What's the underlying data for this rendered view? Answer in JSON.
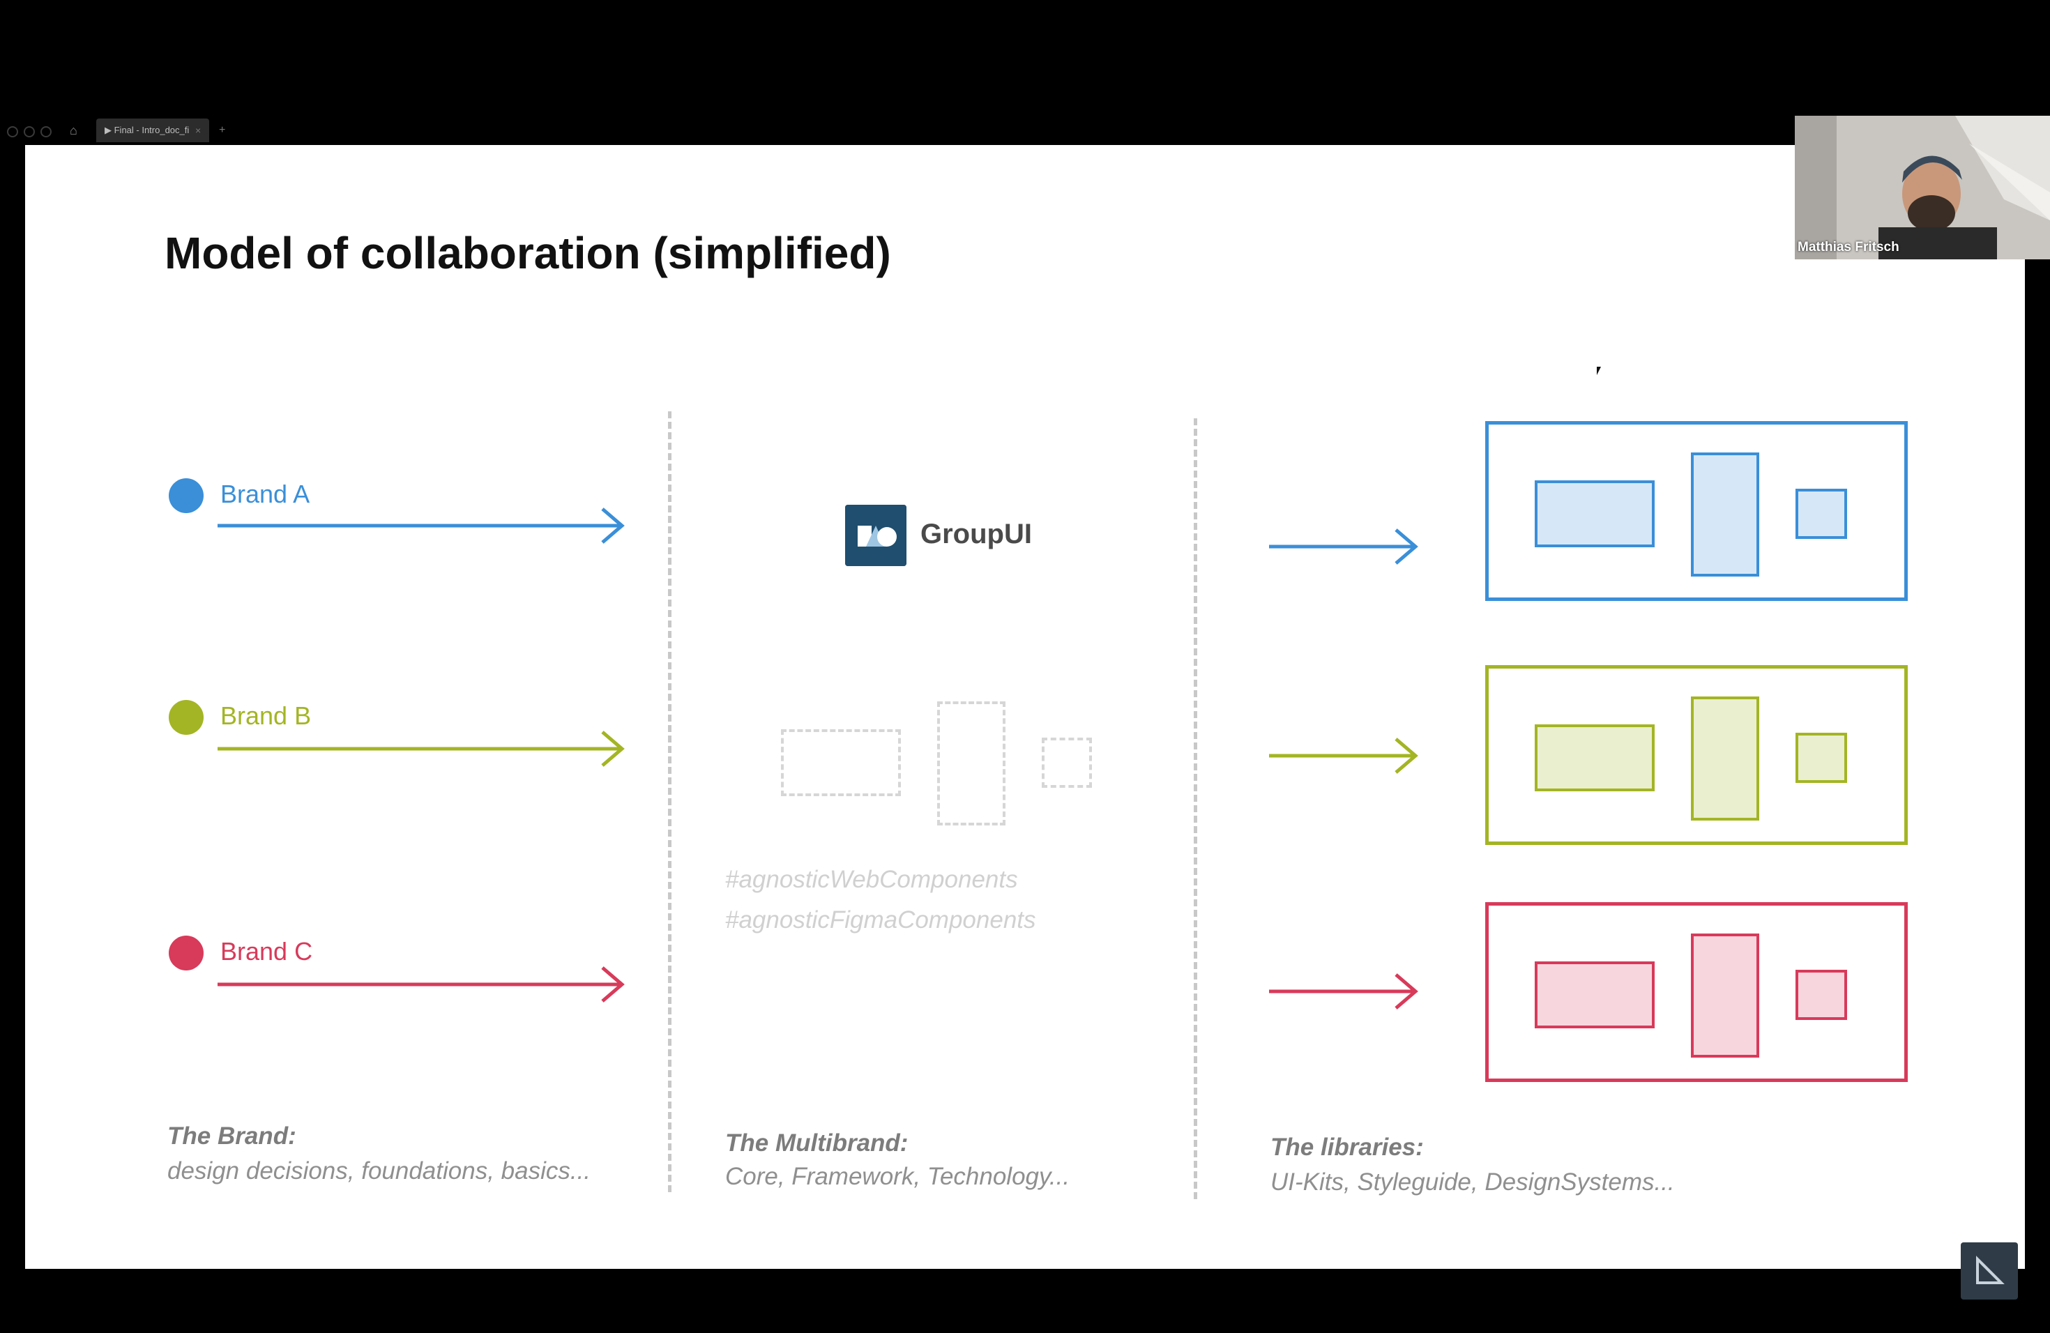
{
  "tabbar": {
    "tab_label": "▶ Final - Intro_doc_fi",
    "close_glyph": "×",
    "add_glyph": "+"
  },
  "slide": {
    "title": "Model of collaboration (simplified)",
    "brands": [
      {
        "label": "Brand A",
        "color": "#3a8fd8"
      },
      {
        "label": "Brand B",
        "color": "#a3b524"
      },
      {
        "label": "Brand C",
        "color": "#d83a5a"
      }
    ],
    "center": {
      "logo_text": "GroupUI",
      "tags": [
        "#agnosticWebComponents",
        "#agnosticFigmaComponents"
      ]
    },
    "footers": {
      "brand": {
        "title": "The Brand:",
        "desc": "design decisions,  foundations, basics..."
      },
      "multibrand": {
        "title": "The Multibrand:",
        "desc": "Core, Framework, Technology..."
      },
      "libraries": {
        "title": "The libraries:",
        "desc": "UI-Kits, Styleguide, DesignSystems..."
      }
    }
  },
  "webcam": {
    "participant_name": "Matthias Fritsch"
  }
}
